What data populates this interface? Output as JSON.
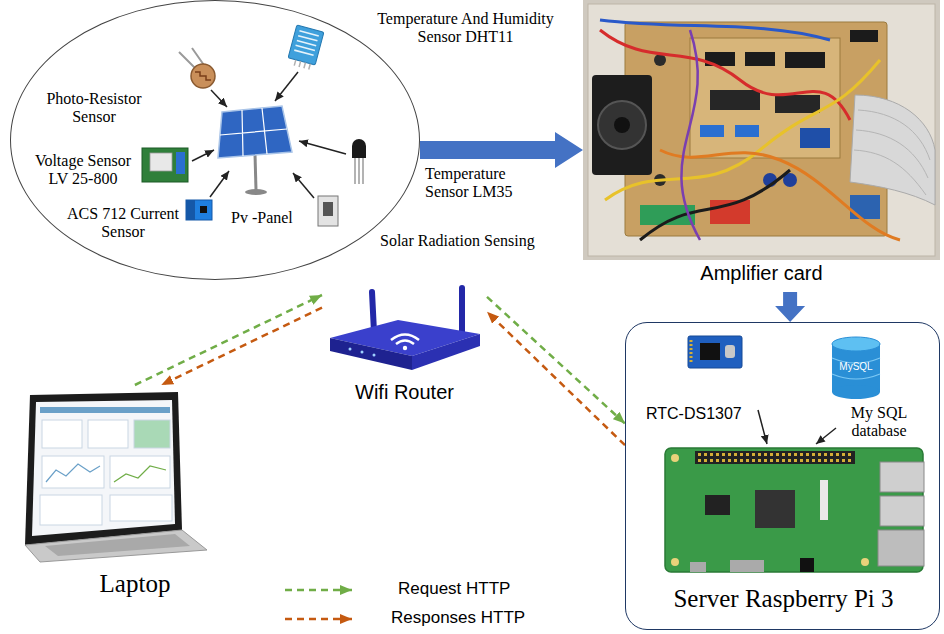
{
  "diagram": {
    "nodes": [
      {
        "text": [
          "Pv -Panel"
        ]
      },
      {
        "text": [
          "Amplifier card"
        ]
      },
      {
        "text": [
          "Wifi Router"
        ]
      },
      {
        "text": [
          "Laptop"
        ]
      },
      {
        "text": [
          "Server Raspberry Pi 3"
        ]
      },
      {
        "text": [
          "RTC-DS1307"
        ],
        "in": 4
      },
      {
        "text": [
          "My SQL database"
        ],
        "in": 4
      }
    ],
    "edges": [
      {
        "from": 0,
        "to": 1,
        "arrow": "to"
      },
      {
        "from": 1,
        "to": 4,
        "arrow": "to"
      },
      {
        "from": 3,
        "to": 2,
        "arrow": "to"
      },
      {
        "from": 2,
        "to": 3,
        "arrow": "to"
      },
      {
        "from": 2,
        "to": 4,
        "arrow": "to"
      },
      {
        "from": 4,
        "to": 2,
        "arrow": "to"
      }
    ],
    "labels": [
      "Photo-Resistor Sensor",
      "Temperature And Humidity Sensor DHT11",
      "Voltage Sensor LV 25-800",
      "Temperature Sensor LM35",
      "ACS 712 Current Sensor",
      "Solar Radiation Sensing",
      "MySQL"
    ],
    "legend": [
      {
        "text": "Request HTTP"
      },
      {
        "text": "Responses HTTP"
      }
    ]
  }
}
